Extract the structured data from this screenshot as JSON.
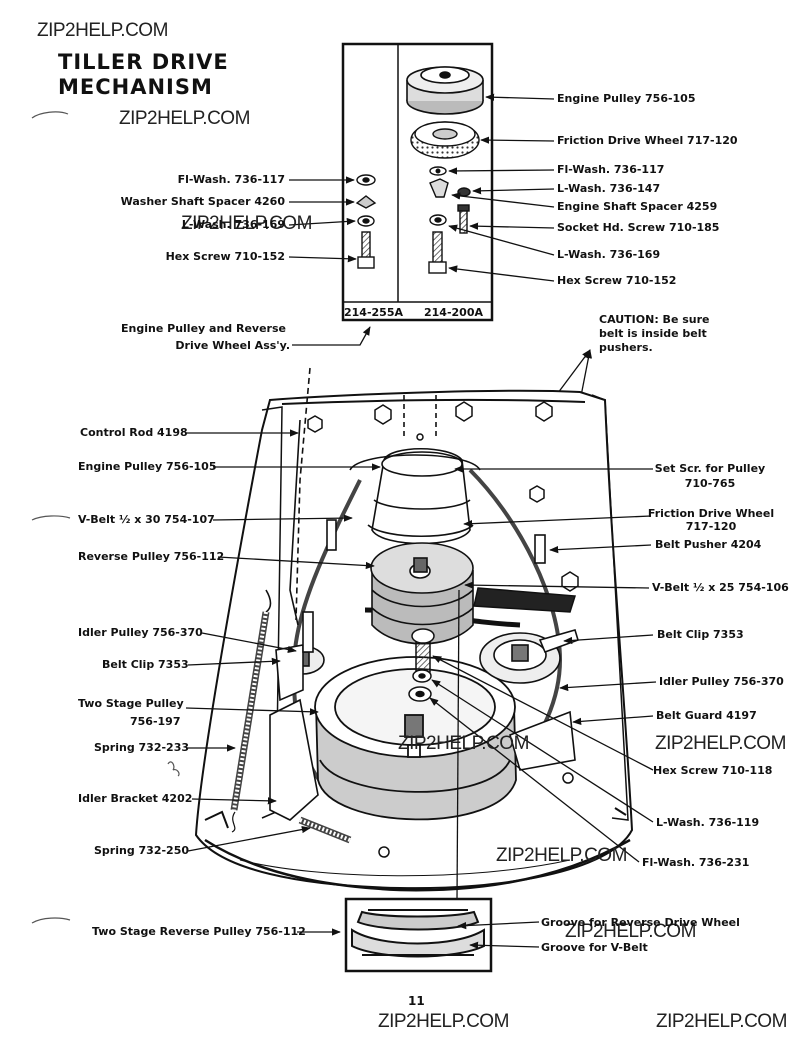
{
  "title": {
    "line1": "TILLER DRIVE",
    "line2": "MECHANISM"
  },
  "watermark": "ZIP2HELP.COM",
  "page_number": "11",
  "inset": {
    "left_part_no": "214-255A",
    "right_part_no": "214-200A"
  },
  "caution": {
    "line1": "CAUTION:  Be sure",
    "line2": "belt  is  inside  belt",
    "line3": "pushers."
  },
  "inset_labels": {
    "engine_pulley": "Engine Pulley 756-105",
    "friction_wheel": "Friction Drive Wheel 717-120",
    "flwash_117_right": "Fl-Wash. 736-117",
    "lwash_147": "L-Wash. 736-147",
    "shaft_spacer_4259": "Engine Shaft Spacer 4259",
    "socket_screw": "Socket Hd. Screw 710-185",
    "lwash_169_right": "L-Wash. 736-169",
    "hex_screw_152_right": "Hex Screw 710-152",
    "flwash_117_left": "Fl-Wash. 736-117",
    "washer_spacer_4260": "Washer Shaft Spacer 4260",
    "lwash_169_left": "L-Wash. 736-169",
    "hex_screw_152_left": "Hex Screw 710-152",
    "assembly_line1": "Engine Pulley and Reverse",
    "assembly_line2": "Drive Wheel Ass'y."
  },
  "left_labels": {
    "control_rod": "Control Rod 4198",
    "engine_pulley": "Engine Pulley 756-105",
    "vbelt_107": "V-Belt ½ x 30 754-107",
    "reverse_pulley": "Reverse Pulley 756-112",
    "idler_pulley": "Idler Pulley 756-370",
    "belt_clip": "Belt Clip 7353",
    "two_stage_line1": "Two Stage Pulley",
    "two_stage_line2": "756-197",
    "spring_233": "Spring 732-233",
    "idler_bracket": "Idler Bracket 4202",
    "spring_250": "Spring 732-250",
    "two_stage_reverse": "Two Stage Reverse Pulley 756-112"
  },
  "right_labels": {
    "set_screw_line1": "Set Scr. for Pulley",
    "set_screw_line2": "710-765",
    "friction_line1": "Friction Drive Wheel",
    "friction_line2": "717-120",
    "belt_pusher": "Belt Pusher 4204",
    "vbelt_106": "V-Belt ½ x 25 754-106",
    "belt_clip": "Belt Clip 7353",
    "idler_pulley": "Idler Pulley 756-370",
    "belt_guard": "Belt Guard 4197",
    "hex_screw_118": "Hex Screw 710-118",
    "lwash_119": "L-Wash. 736-119",
    "flwash_231": "Fl-Wash. 736-231"
  },
  "bottom_labels": {
    "groove_reverse": "Groove for Reverse Drive Wheel",
    "groove_vbelt": "Groove for V-Belt"
  },
  "colors": {
    "ink": "#111111",
    "paper": "#ffffff",
    "shade": "#9a9a9a"
  }
}
